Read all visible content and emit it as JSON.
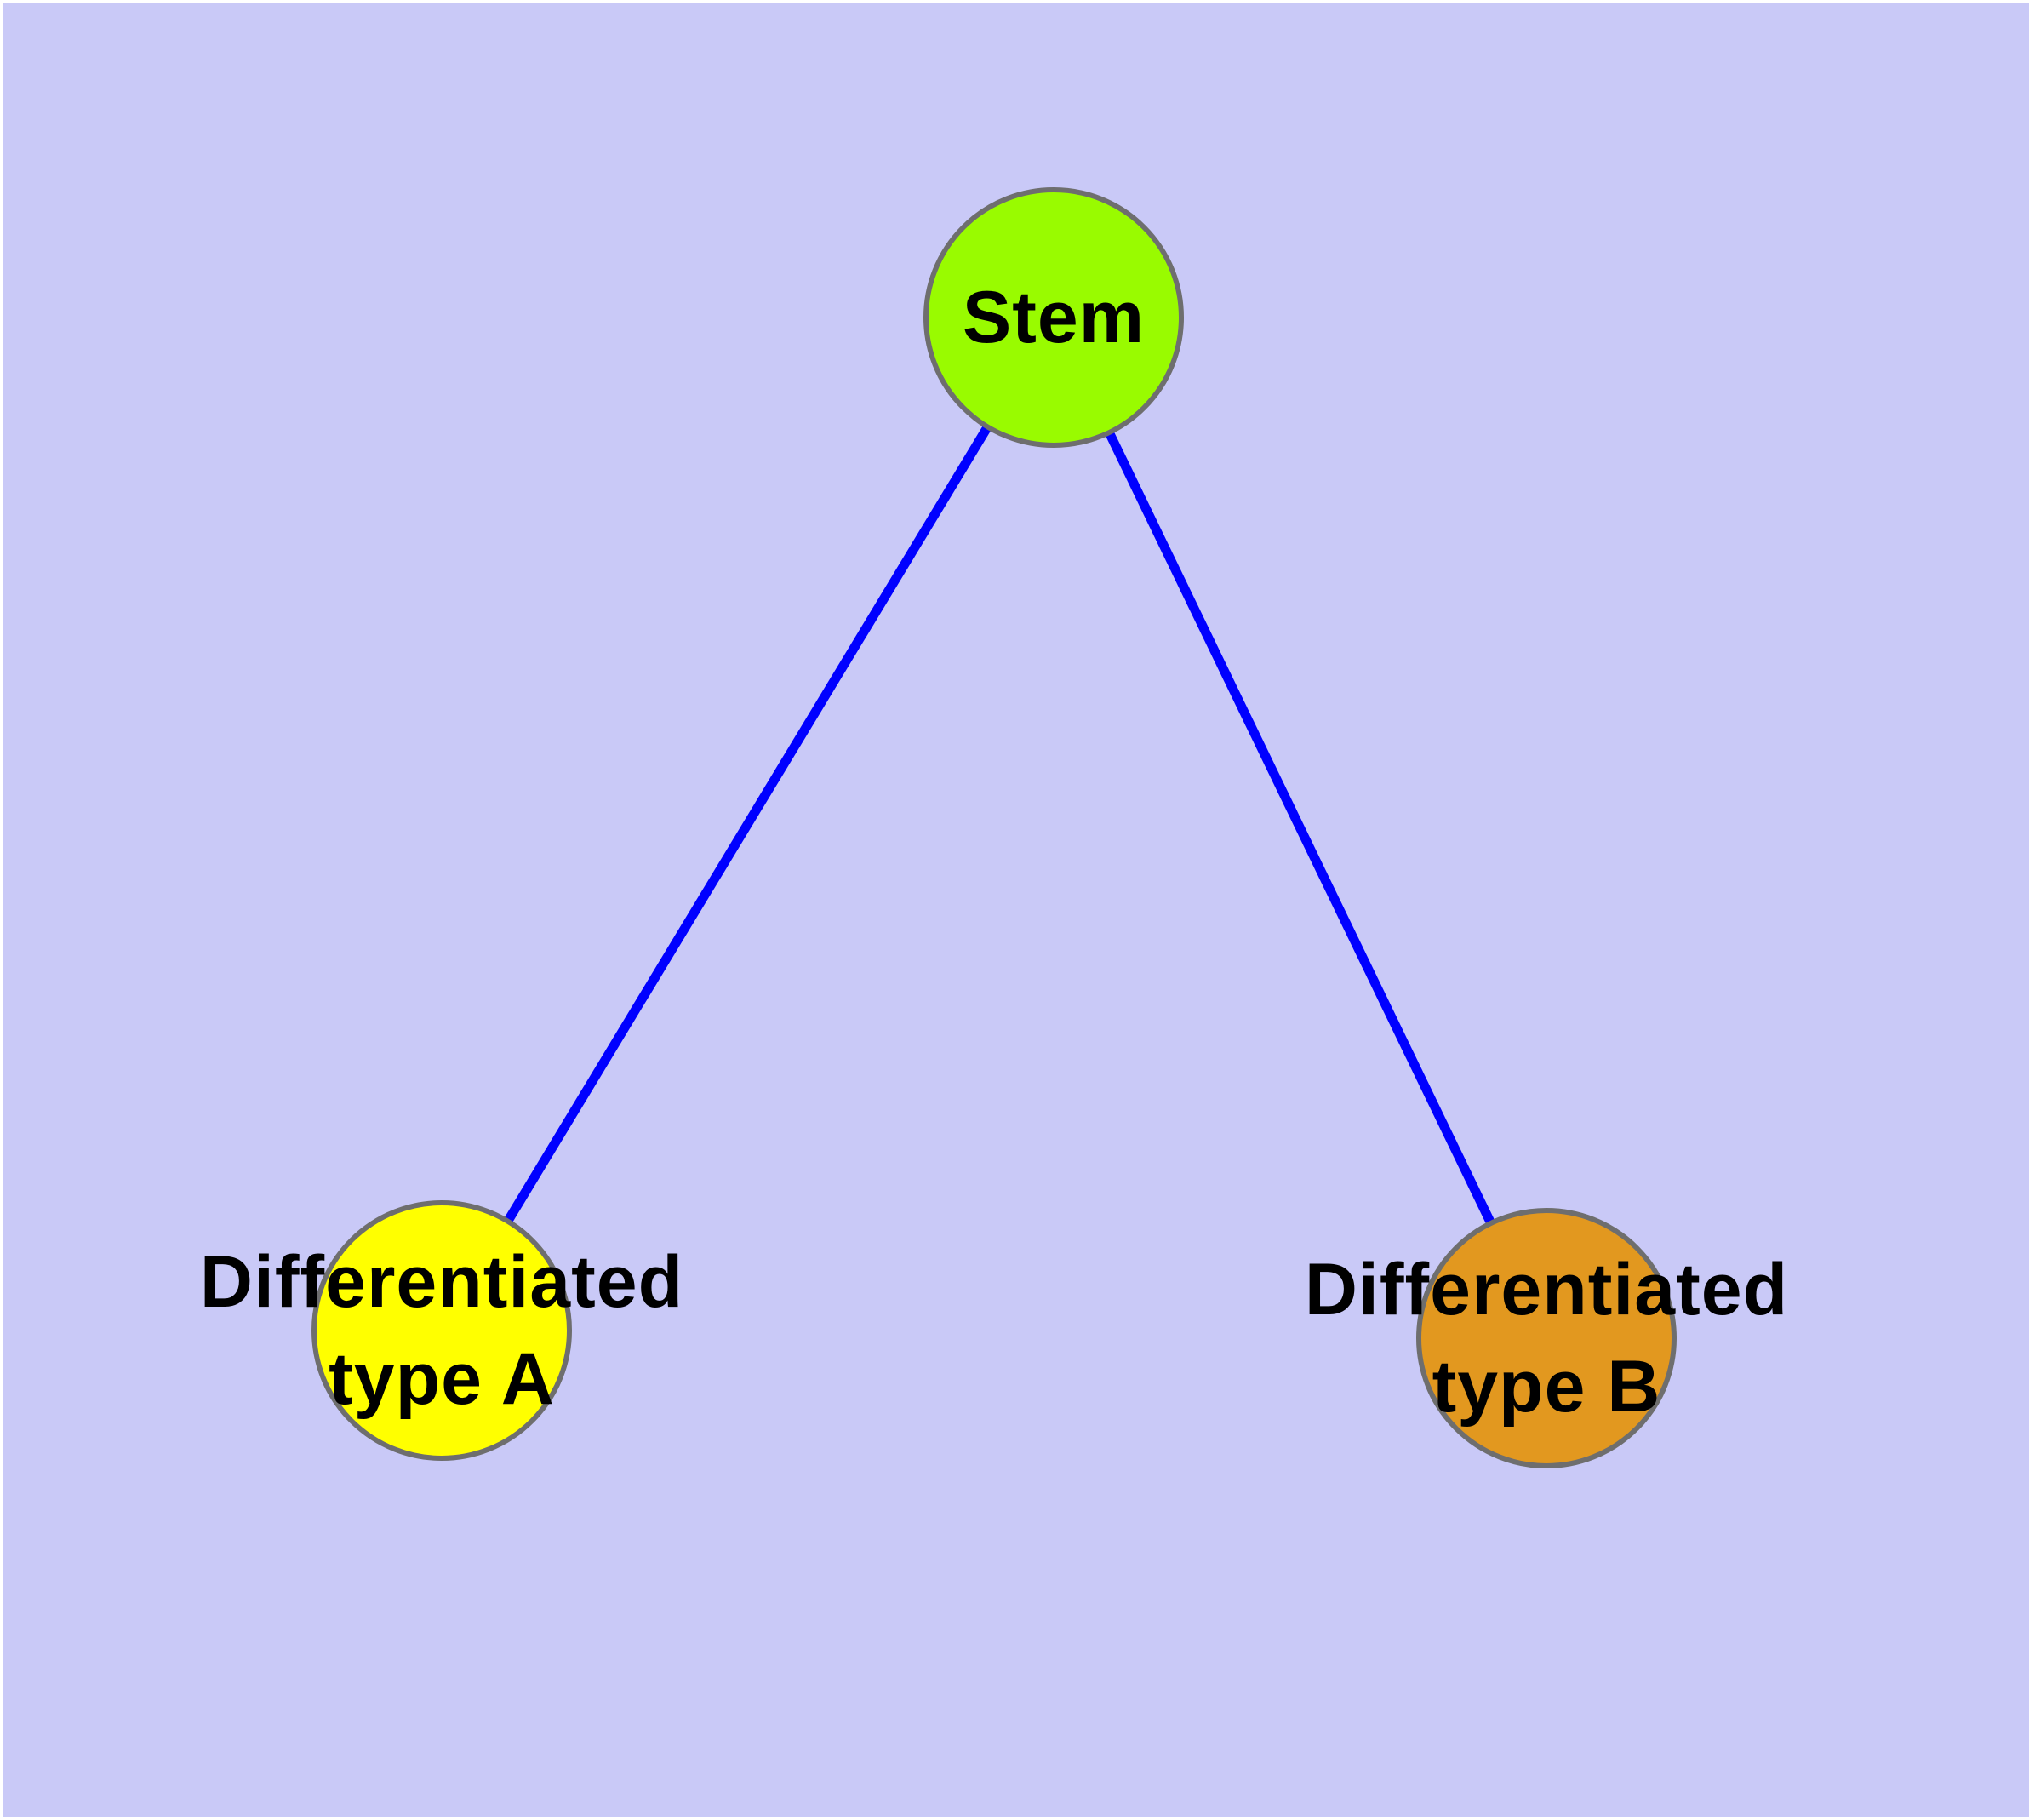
{
  "diagram": {
    "type": "node-link-graph",
    "background_color": "#c9c9f7",
    "frame_color": "#ffffff",
    "edge_color": "#0000ff",
    "node_border_color": "#6e6e6e",
    "nodes": [
      {
        "id": "stem",
        "label": "Stem",
        "fill": "#99fb00"
      },
      {
        "id": "differentiated-type-a",
        "label": "Differentiated type A",
        "label_line1": "Differentiated",
        "label_line2": "type A",
        "fill": "#ffff00"
      },
      {
        "id": "differentiated-type-b",
        "label": "Differentiated type B",
        "label_line1": "Differentiated",
        "label_line2": "type B",
        "fill": "#e2981f"
      }
    ],
    "edges": [
      {
        "from": "stem",
        "to": "differentiated-type-a"
      },
      {
        "from": "stem",
        "to": "differentiated-type-b"
      }
    ]
  }
}
